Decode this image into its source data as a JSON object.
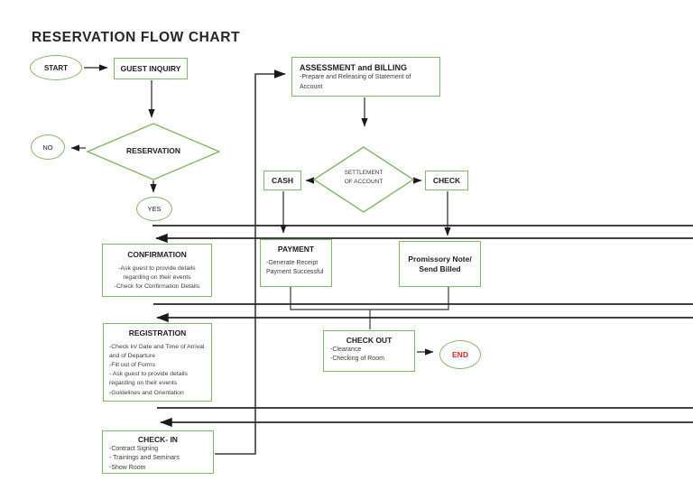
{
  "title": "RESERVATION FLOW CHART",
  "colors": {
    "shape_border": "#84b767",
    "line": "#262626",
    "end_text": "#e02a20"
  },
  "nodes": {
    "start": {
      "label": "START"
    },
    "guest_inquiry": {
      "label": "GUEST INQUIRY"
    },
    "reservation": {
      "label": "RESERVATION"
    },
    "no": {
      "label": "NO"
    },
    "yes": {
      "label": "YES"
    },
    "assessment": {
      "title": "ASSESSMENT and BILLING",
      "line1": "-Prepare and Releasing of Statement of Account"
    },
    "settlement": {
      "line1": "SETTLEMENT",
      "line2": "OF ACCOUNT"
    },
    "cash": {
      "label": "CASH"
    },
    "check": {
      "label": "CHECK"
    },
    "payment": {
      "title": "PAYMENT",
      "line1": "-Generate Receipt",
      "line2": "Payment Successful"
    },
    "promissory": {
      "line1": "Promissory Note/",
      "line2": "Send Billed"
    },
    "confirmation": {
      "title": "CONFIRMATION",
      "line1": "-Ask guest to provide details",
      "line2": "regarding on their events",
      "line3": "-Check for Confirmation Details"
    },
    "registration": {
      "title": "REGISTRATION",
      "lines": [
        "-Check In/ Date and Time of Arrival",
        "and of Departure",
        "-Fill out of Forms",
        "- Ask guest to provide details",
        "regarding on their events",
        "-Guidelines and Orientation"
      ]
    },
    "checkout": {
      "title": "CHECK OUT",
      "line1": "-Clearance",
      "line2": "-Checking of Room"
    },
    "end": {
      "label": "END"
    },
    "checkin": {
      "title": "CHECK- IN",
      "lines": [
        "-Contract Signing",
        "- Trainings and Seminars",
        "-Show Room"
      ]
    }
  }
}
